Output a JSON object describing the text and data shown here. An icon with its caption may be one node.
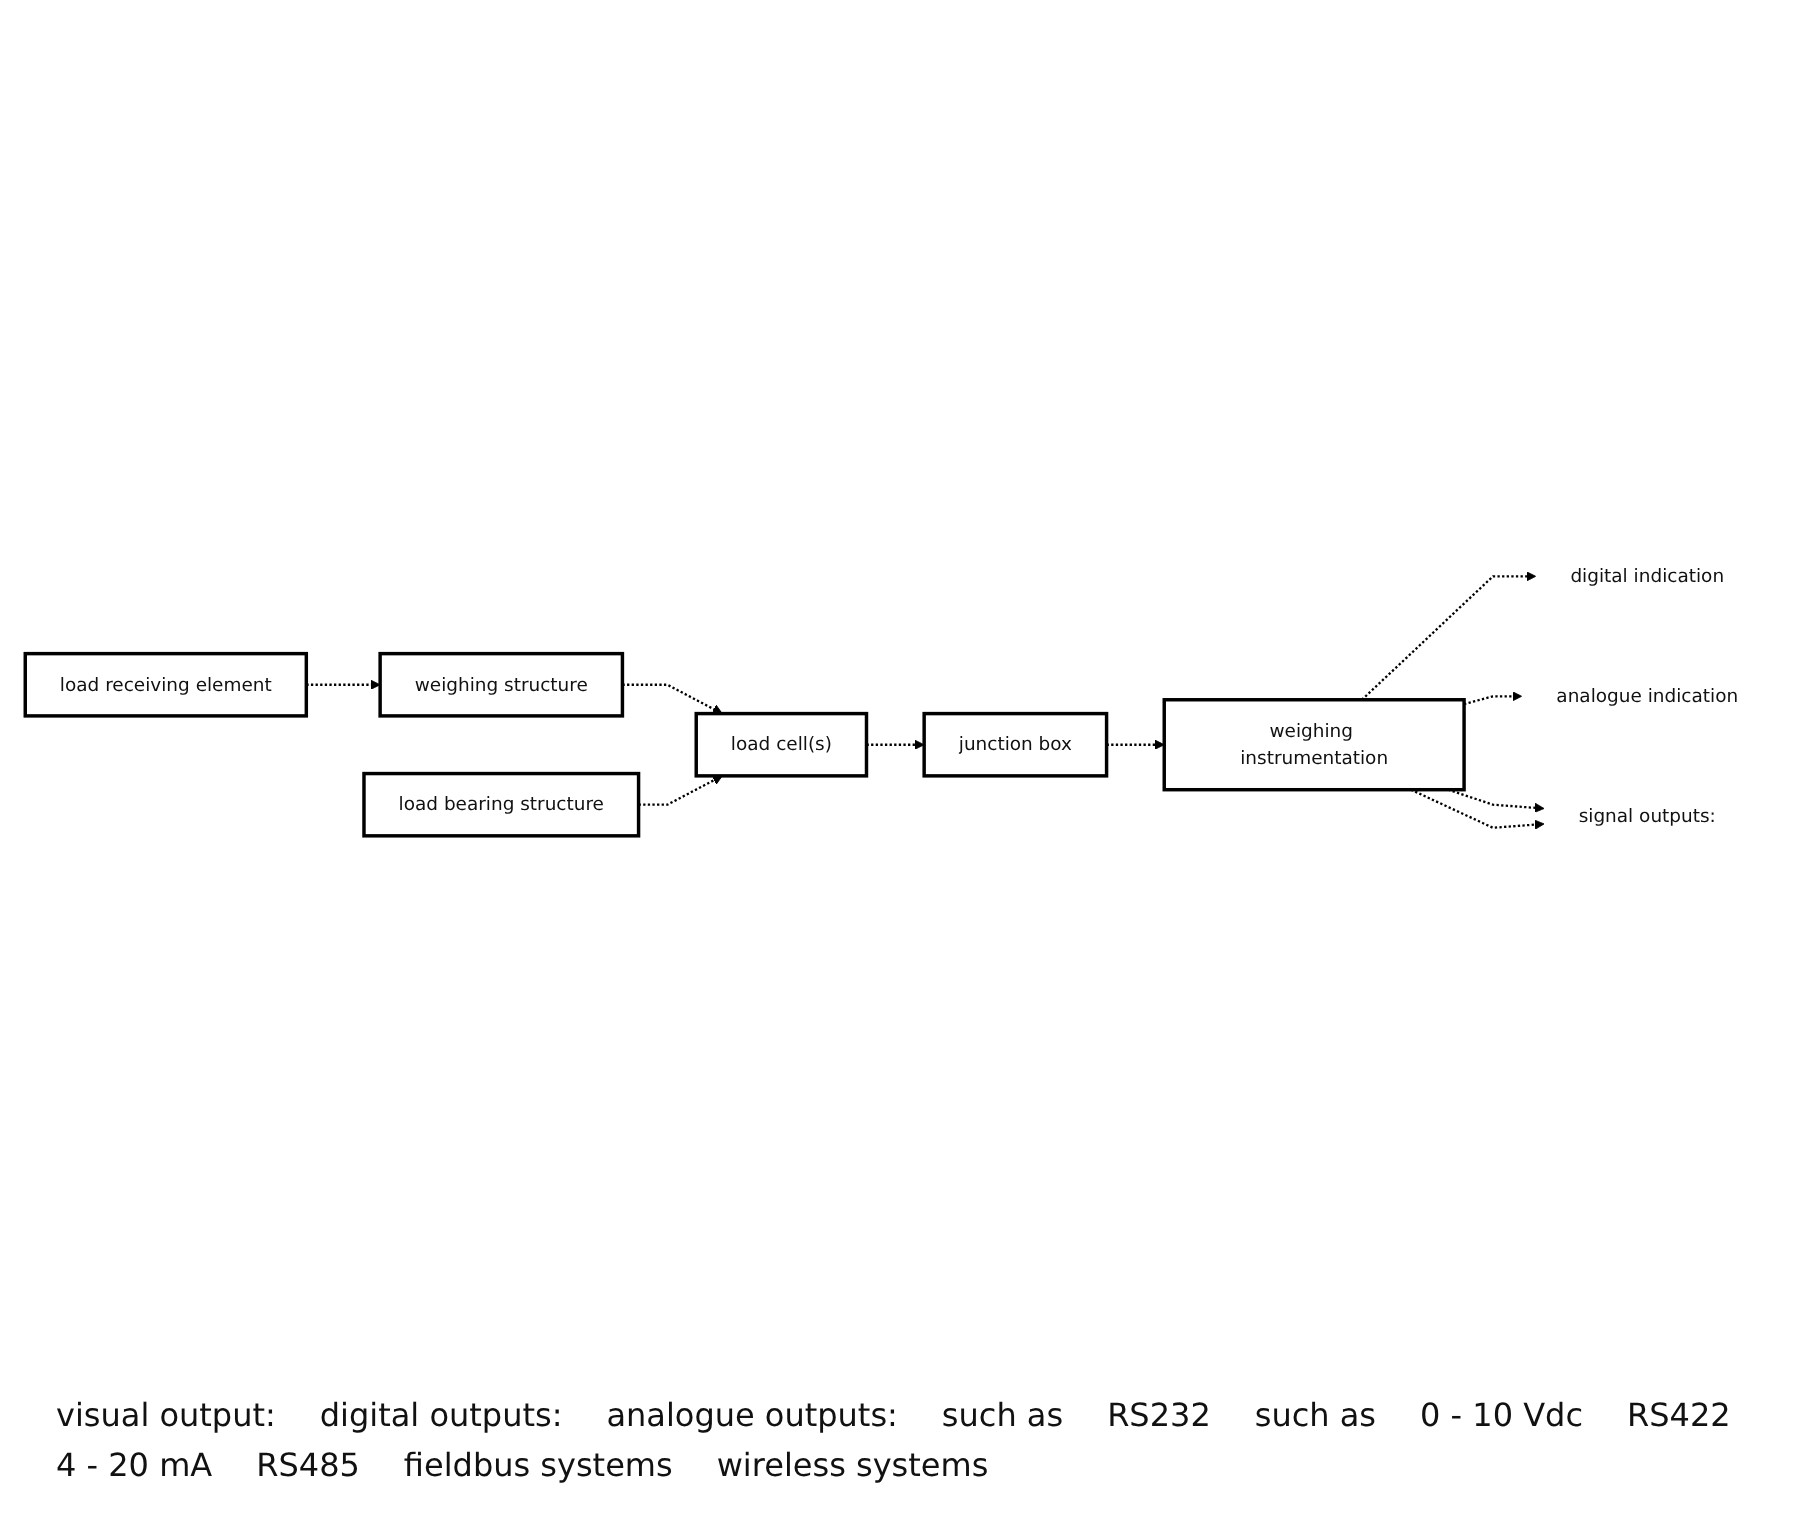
{
  "diagram": {
    "nodes": [
      {
        "text": [
          "load receiving element"
        ]
      },
      {
        "text": [
          "weighing structure"
        ]
      },
      {
        "text": [
          "load cell(s)"
        ]
      },
      {
        "text": [
          "load bearing structure"
        ]
      },
      {
        "text": [
          "junction box"
        ]
      },
      {
        "text": [
          "weighing instrumentation"
        ]
      },
      {
        "text": [
          "digital indication"
        ]
      },
      {
        "text": [
          "analogue indication"
        ]
      },
      {
        "text": [
          "signal outputs:"
        ]
      }
    ],
    "edges": [
      {
        "from": 0,
        "to": 1,
        "arrow": "to",
        "style": "dashed"
      },
      {
        "from": 1,
        "to": 2,
        "arrow": "to",
        "style": "dashed"
      },
      {
        "from": 3,
        "to": 2,
        "arrow": "to",
        "style": "dashed"
      },
      {
        "from": 2,
        "to": 4,
        "arrow": "to",
        "style": "dashed"
      },
      {
        "from": 4,
        "to": 5,
        "arrow": "to",
        "style": "dashed"
      },
      {
        "from": 5,
        "to": 6,
        "arrow": "to",
        "style": "dashed"
      },
      {
        "from": 5,
        "to": 7,
        "arrow": "to",
        "style": "dashed"
      },
      {
        "from": 5,
        "to": 8,
        "arrow": "to",
        "style": "dashed"
      },
      {
        "from": 5,
        "to": 8,
        "arrow": "to",
        "style": "dashed"
      }
    ],
    "labels": [
      "visual output:",
      "digital outputs:",
      "analogue outputs:",
      "such as",
      "RS232",
      "such as",
      "0 - 10 Vdc",
      "RS422",
      "4 - 20 mA",
      "RS485",
      "fieldbus systems",
      "wireless systems"
    ]
  }
}
